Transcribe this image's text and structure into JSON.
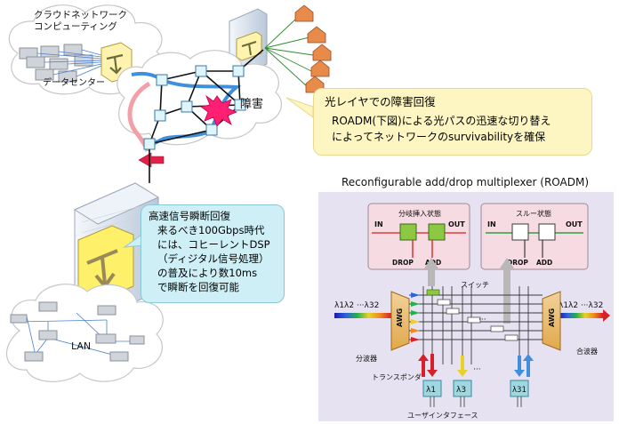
{
  "cloud_label": [
    "クラウドネットワーク",
    "コンピューティング"
  ],
  "datacenter_label": "データセンター",
  "failure_label": "障害",
  "lan_label": "LAN",
  "callout_optical": {
    "title": "光レイヤでの障害回復",
    "lines": [
      "ROADM(下図)による光パスの迅速な切り替え",
      "によってネットワークのsurvivabilityを確保"
    ]
  },
  "callout_signal": {
    "title": "高速信号瞬断回復",
    "lines": [
      "来るべき100Gbps時代",
      "には、コヒーレントDSP",
      "（ディジタル信号処理）",
      "の普及により数10ms",
      "で瞬断を回復可能"
    ]
  },
  "roadm": {
    "title": "Reconfigurable add/drop multiplexer (ROADM)",
    "branch_state": "分岐挿入状態",
    "through_state": "スルー状態",
    "in_label": "IN",
    "out_label": "OUT",
    "drop_label": "DROP",
    "add_label": "ADD",
    "switch_label": "スイッチ",
    "awg_label": "AWG",
    "demux_label": "分波器",
    "mux_label": "合波器",
    "transponder_label": "トランスポンダ",
    "user_interface_label": "ユーザインタフェース",
    "wavelengths_left": "λ1λ2 ···λ32",
    "wavelengths_right": "λ1λ2 ···λ32",
    "ellipsis": "···",
    "transponders": [
      "λ1",
      "λ3",
      "λ31"
    ]
  },
  "colors": {
    "callout_yellow": "#fdf6c3",
    "callout_cyan": "#cdeff5",
    "roadm_panel": "#e7e2f2",
    "state_box": "#f7dbe3",
    "path_blue": "#3f8fdc",
    "path_red": "#e64a5a",
    "burst": "#ff1f73"
  }
}
